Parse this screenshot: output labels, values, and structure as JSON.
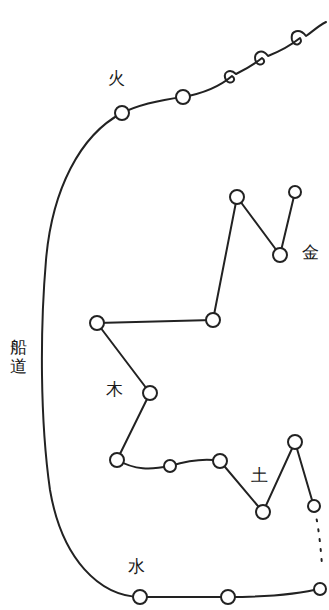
{
  "diagram": {
    "labels": [
      "火",
      "金",
      "木",
      "土",
      "水",
      "船道"
    ]
  }
}
